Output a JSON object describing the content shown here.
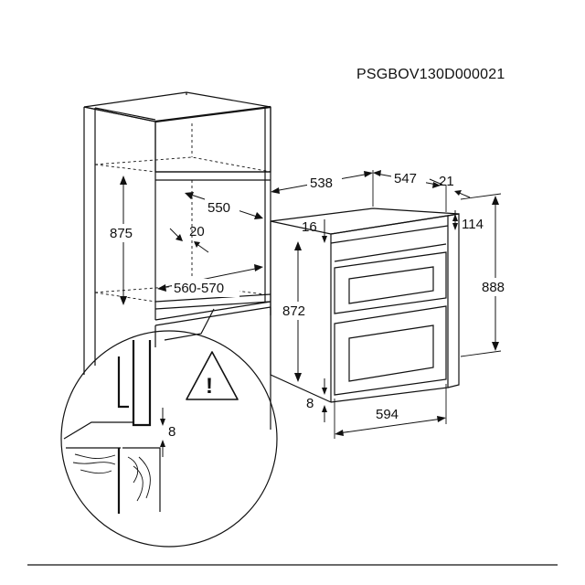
{
  "drawing_code": "PSGBOV130D000021",
  "dimensions": {
    "niche_height": "875",
    "niche_depth": "550",
    "niche_front_gap": "20",
    "niche_width": "560-570",
    "vent_gap": "8",
    "oven_depth_outer": "538",
    "oven_depth_body": "547",
    "oven_door_depth": "21",
    "control_panel_offset": "16",
    "control_panel_height": "114",
    "oven_body_height": "872",
    "oven_total_height": "888",
    "oven_bottom_gap": "8",
    "oven_width": "594"
  },
  "warning_symbol": "!",
  "colors": {
    "line": "#111111",
    "background": "#ffffff"
  }
}
